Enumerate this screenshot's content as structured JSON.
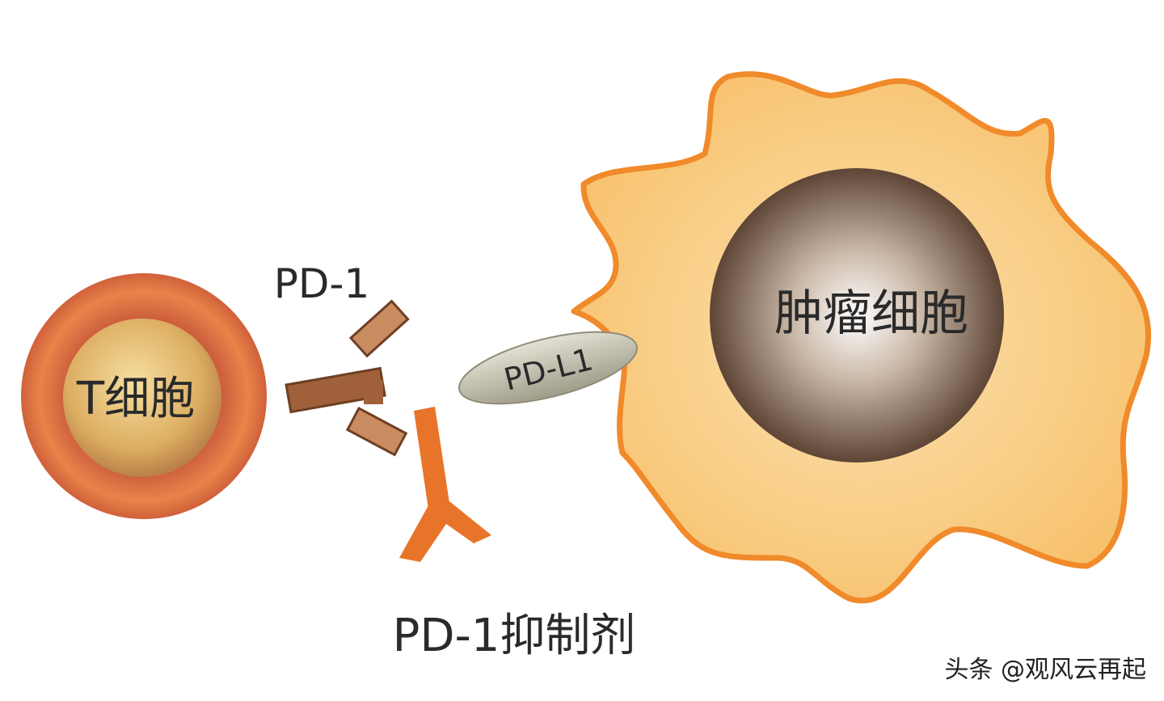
{
  "labels": {
    "t_cell": "T细胞",
    "tumor_cell": "肿瘤细胞",
    "pd1": "PD-1",
    "pdl1": "PD-L1",
    "inhibitor": "PD-1抑制剂"
  },
  "watermark": "头条 @观风云再起",
  "colors": {
    "t_cell_outer": "#e0703e",
    "t_cell_inner": "#d9a85a",
    "tumor_cytoplasm": "#f9c77a",
    "tumor_outline": "#f08a2a",
    "nucleus": "#6e5444",
    "antibody": "#a0603a",
    "inhibitor": "#e8742a",
    "pdl1": "#b9b6a2"
  }
}
